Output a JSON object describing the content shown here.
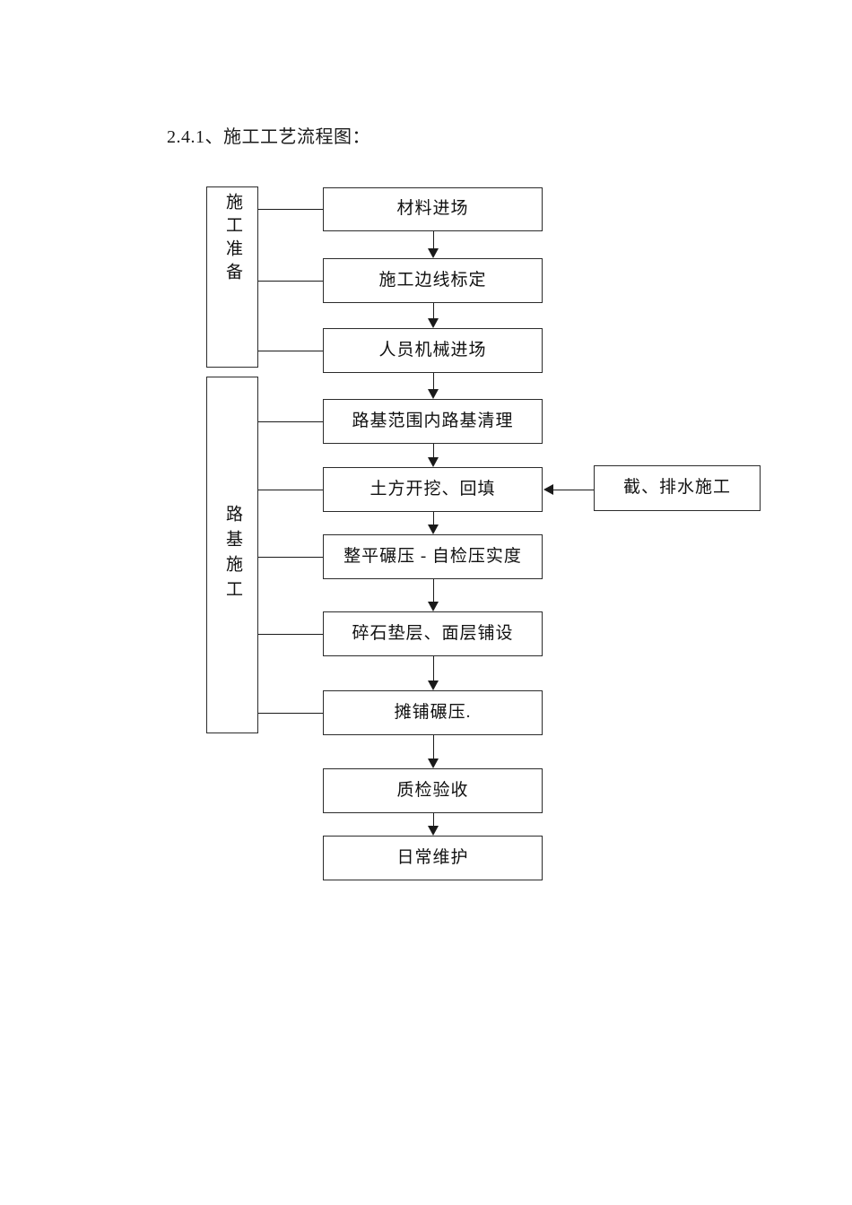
{
  "document": {
    "heading": "2.4.1、施工工艺流程图："
  },
  "diagram": {
    "type": "flowchart",
    "orientation": "top-to-bottom",
    "phases": [
      {
        "id": "prep",
        "label": "施工准备",
        "steps": [
          "材料进场",
          "施工边线标定",
          "人员机械进场"
        ]
      },
      {
        "id": "subgrade",
        "label": "路基施工",
        "steps": [
          "路基范围内路基清理",
          "土方开挖、回填",
          "整平碾压 - 自检压实度",
          "碎石垫层、面层铺设",
          "摊铺碾压."
        ]
      }
    ],
    "steps": [
      {
        "id": "s1",
        "label": "材料进场"
      },
      {
        "id": "s2",
        "label": "施工边线标定"
      },
      {
        "id": "s3",
        "label": "人员机械进场"
      },
      {
        "id": "s4",
        "label": "路基范围内路基清理"
      },
      {
        "id": "s5",
        "label": "土方开挖、回填"
      },
      {
        "id": "s6",
        "label": "整平碾压 - 自检压实度"
      },
      {
        "id": "s7",
        "label": "碎石垫层、面层铺设"
      },
      {
        "id": "s8",
        "label": "摊铺碾压."
      },
      {
        "id": "s9",
        "label": "质检验收"
      },
      {
        "id": "s10",
        "label": "日常维护"
      }
    ],
    "side_steps": [
      {
        "id": "side1",
        "label": "截、排水施工",
        "connects_to": "s5",
        "direction": "left"
      }
    ],
    "colors": {
      "box_border": "#2b2b2b",
      "connector": "#1a1a1a",
      "text": "#111111",
      "background": "#ffffff"
    }
  }
}
